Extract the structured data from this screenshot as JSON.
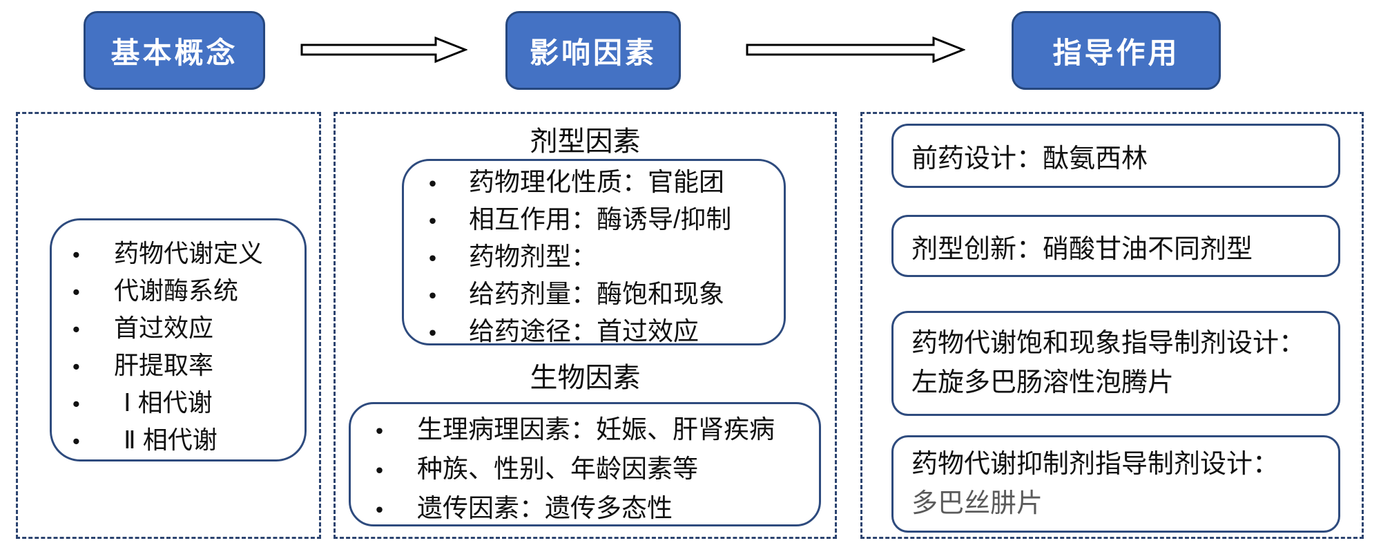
{
  "bullet": "•",
  "colors": {
    "header_fill": "#4472C4",
    "header_border": "#26477e",
    "box_border": "#2e4b7e",
    "panel_dash_border": "#2c4470",
    "text": "#111111",
    "muted_text": "#5a5a5a",
    "header_text": "#ffffff"
  },
  "headers": [
    {
      "label": "基本概念"
    },
    {
      "label": "影响因素"
    },
    {
      "label": "指导作用"
    }
  ],
  "left_panel": {
    "items": [
      "药物代谢定义",
      "代谢酶系统",
      "首过效应",
      "肝提取率",
      "Ⅰ 相代谢",
      "Ⅱ 相代谢"
    ]
  },
  "middle_panel": {
    "sections": [
      {
        "title": "剂型因素",
        "items": [
          "药物理化性质：官能团",
          "相互作用：酶诱导/抑制",
          "药物剂型：",
          "给药剂量：酶饱和现象",
          "给药途径：首过效应"
        ]
      },
      {
        "title": "生物因素",
        "items": [
          "生理病理因素：妊娠、肝肾疾病",
          "种族、性别、年龄因素等",
          "遗传因素：遗传多态性"
        ]
      }
    ]
  },
  "right_panel": {
    "boxes": [
      {
        "lines": [
          "前药设计：酞氨西林"
        ]
      },
      {
        "lines": [
          "剂型创新：硝酸甘油不同剂型"
        ]
      },
      {
        "lines": [
          "药物代谢饱和现象指导制剂设计：",
          "左旋多巴肠溶性泡腾片"
        ]
      },
      {
        "lines": [
          "药物代谢抑制剂指导制剂设计：",
          "多巴丝肼片"
        ]
      }
    ]
  }
}
